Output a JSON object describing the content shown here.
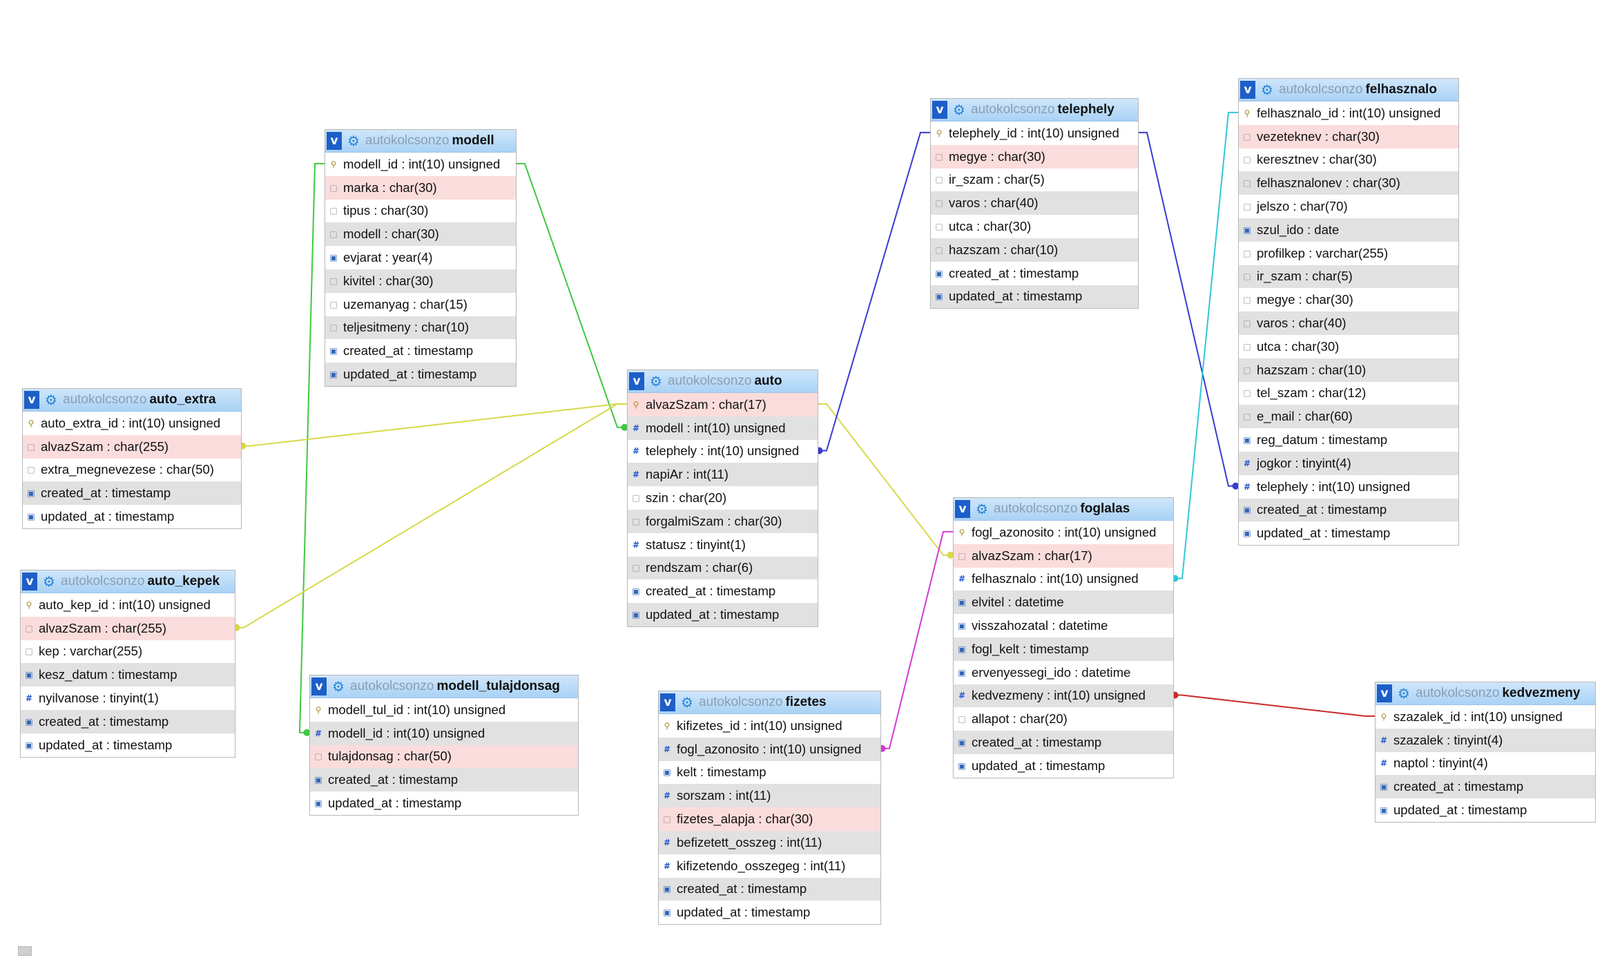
{
  "database": "autokolcsonzo",
  "tables": [
    {
      "id": "modell",
      "name": "modell",
      "columns": [
        {
          "text": "modell_id : int(10) unsigned",
          "icon": "key"
        },
        {
          "text": "marka : char(30)",
          "icon": "str",
          "hl": true
        },
        {
          "text": "tipus : char(30)",
          "icon": "str"
        },
        {
          "text": "modell : char(30)",
          "icon": "str"
        },
        {
          "text": "evjarat : year(4)",
          "icon": "date"
        },
        {
          "text": "kivitel : char(30)",
          "icon": "str"
        },
        {
          "text": "uzemanyag : char(15)",
          "icon": "str"
        },
        {
          "text": "teljesitmeny : char(10)",
          "icon": "str"
        },
        {
          "text": "created_at : timestamp",
          "icon": "date"
        },
        {
          "text": "updated_at : timestamp",
          "icon": "date"
        }
      ]
    },
    {
      "id": "auto_extra",
      "name": "auto_extra",
      "columns": [
        {
          "text": "auto_extra_id : int(10) unsigned",
          "icon": "key"
        },
        {
          "text": "alvazSzam : char(255)",
          "icon": "str",
          "hl": true
        },
        {
          "text": "extra_megnevezese : char(50)",
          "icon": "str"
        },
        {
          "text": "created_at : timestamp",
          "icon": "date"
        },
        {
          "text": "updated_at : timestamp",
          "icon": "date"
        }
      ]
    },
    {
      "id": "auto_kepek",
      "name": "auto_kepek",
      "columns": [
        {
          "text": "auto_kep_id : int(10) unsigned",
          "icon": "key"
        },
        {
          "text": "alvazSzam : char(255)",
          "icon": "str",
          "hl": true
        },
        {
          "text": "kep : varchar(255)",
          "icon": "str"
        },
        {
          "text": "kesz_datum : timestamp",
          "icon": "date"
        },
        {
          "text": "nyilvanose : tinyint(1)",
          "icon": "int"
        },
        {
          "text": "created_at : timestamp",
          "icon": "date"
        },
        {
          "text": "updated_at : timestamp",
          "icon": "date"
        }
      ]
    },
    {
      "id": "modell_tulajdonsag",
      "name": "modell_tulajdonsag",
      "columns": [
        {
          "text": "modell_tul_id : int(10) unsigned",
          "icon": "key"
        },
        {
          "text": "modell_id : int(10) unsigned",
          "icon": "int"
        },
        {
          "text": "tulajdonsag : char(50)",
          "icon": "str",
          "hl": true
        },
        {
          "text": "created_at : timestamp",
          "icon": "date"
        },
        {
          "text": "updated_at : timestamp",
          "icon": "date"
        }
      ]
    },
    {
      "id": "auto",
      "name": "auto",
      "columns": [
        {
          "text": "alvazSzam : char(17)",
          "icon": "key",
          "hl": true
        },
        {
          "text": "modell : int(10) unsigned",
          "icon": "int"
        },
        {
          "text": "telephely : int(10) unsigned",
          "icon": "int"
        },
        {
          "text": "napiAr : int(11)",
          "icon": "int"
        },
        {
          "text": "szin : char(20)",
          "icon": "str"
        },
        {
          "text": "forgalmiSzam : char(30)",
          "icon": "str"
        },
        {
          "text": "statusz : tinyint(1)",
          "icon": "int"
        },
        {
          "text": "rendszam : char(6)",
          "icon": "str"
        },
        {
          "text": "created_at : timestamp",
          "icon": "date"
        },
        {
          "text": "updated_at : timestamp",
          "icon": "date"
        }
      ]
    },
    {
      "id": "fizetes",
      "name": "fizetes",
      "columns": [
        {
          "text": "kifizetes_id : int(10) unsigned",
          "icon": "key"
        },
        {
          "text": "fogl_azonosito : int(10) unsigned",
          "icon": "int"
        },
        {
          "text": "kelt : timestamp",
          "icon": "date"
        },
        {
          "text": "sorszam : int(11)",
          "icon": "int"
        },
        {
          "text": "fizetes_alapja : char(30)",
          "icon": "str",
          "hl": true
        },
        {
          "text": "befizetett_osszeg : int(11)",
          "icon": "int"
        },
        {
          "text": "kifizetendo_osszegeg : int(11)",
          "icon": "int"
        },
        {
          "text": "created_at : timestamp",
          "icon": "date"
        },
        {
          "text": "updated_at : timestamp",
          "icon": "date"
        }
      ]
    },
    {
      "id": "telephely",
      "name": "telephely",
      "columns": [
        {
          "text": "telephely_id : int(10) unsigned",
          "icon": "key"
        },
        {
          "text": "megye : char(30)",
          "icon": "str",
          "hl": true
        },
        {
          "text": "ir_szam : char(5)",
          "icon": "str"
        },
        {
          "text": "varos : char(40)",
          "icon": "str"
        },
        {
          "text": "utca : char(30)",
          "icon": "str"
        },
        {
          "text": "hazszam : char(10)",
          "icon": "str"
        },
        {
          "text": "created_at : timestamp",
          "icon": "date"
        },
        {
          "text": "updated_at : timestamp",
          "icon": "date"
        }
      ]
    },
    {
      "id": "foglalas",
      "name": "foglalas",
      "columns": [
        {
          "text": "fogl_azonosito : int(10) unsigned",
          "icon": "key"
        },
        {
          "text": "alvazSzam : char(17)",
          "icon": "str",
          "hl": true
        },
        {
          "text": "felhasznalo : int(10) unsigned",
          "icon": "int"
        },
        {
          "text": "elvitel : datetime",
          "icon": "date"
        },
        {
          "text": "visszahozatal : datetime",
          "icon": "date"
        },
        {
          "text": "fogl_kelt : timestamp",
          "icon": "date"
        },
        {
          "text": "ervenyessegi_ido : datetime",
          "icon": "date"
        },
        {
          "text": "kedvezmeny : int(10) unsigned",
          "icon": "int"
        },
        {
          "text": "allapot : char(20)",
          "icon": "str"
        },
        {
          "text": "created_at : timestamp",
          "icon": "date"
        },
        {
          "text": "updated_at : timestamp",
          "icon": "date"
        }
      ]
    },
    {
      "id": "felhasznalo",
      "name": "felhasznalo",
      "columns": [
        {
          "text": "felhasznalo_id : int(10) unsigned",
          "icon": "key"
        },
        {
          "text": "vezeteknev : char(30)",
          "icon": "str",
          "hl": true
        },
        {
          "text": "keresztnev : char(30)",
          "icon": "str"
        },
        {
          "text": "felhasznalonev : char(30)",
          "icon": "str"
        },
        {
          "text": "jelszo : char(70)",
          "icon": "str"
        },
        {
          "text": "szul_ido : date",
          "icon": "date"
        },
        {
          "text": "profilkep : varchar(255)",
          "icon": "str"
        },
        {
          "text": "ir_szam : char(5)",
          "icon": "str"
        },
        {
          "text": "megye : char(30)",
          "icon": "str"
        },
        {
          "text": "varos : char(40)",
          "icon": "str"
        },
        {
          "text": "utca : char(30)",
          "icon": "str"
        },
        {
          "text": "hazszam : char(10)",
          "icon": "str"
        },
        {
          "text": "tel_szam : char(12)",
          "icon": "str"
        },
        {
          "text": "e_mail : char(60)",
          "icon": "str"
        },
        {
          "text": "reg_datum : timestamp",
          "icon": "date"
        },
        {
          "text": "jogkor : tinyint(4)",
          "icon": "int"
        },
        {
          "text": "telephely : int(10) unsigned",
          "icon": "int"
        },
        {
          "text": "created_at : timestamp",
          "icon": "date"
        },
        {
          "text": "updated_at : timestamp",
          "icon": "date"
        }
      ]
    },
    {
      "id": "kedvezmeny",
      "name": "kedvezmeny",
      "columns": [
        {
          "text": "szazalek_id : int(10) unsigned",
          "icon": "key"
        },
        {
          "text": "szazalek : tinyint(4)",
          "icon": "int"
        },
        {
          "text": "naptol : tinyint(4)",
          "icon": "int"
        },
        {
          "text": "created_at : timestamp",
          "icon": "date"
        },
        {
          "text": "updated_at : timestamp",
          "icon": "date"
        }
      ]
    }
  ],
  "relations": [
    {
      "from": "modell_tulajdonsag.modell_id",
      "to": "modell.modell_id",
      "color": "#3fc83f"
    },
    {
      "from": "auto.modell",
      "to": "modell.modell_id",
      "color": "#3fc83f"
    },
    {
      "from": "auto_extra.alvazSzam",
      "to": "auto.alvazSzam",
      "color": "#d8d84a"
    },
    {
      "from": "auto_kepek.alvazSzam",
      "to": "auto.alvazSzam",
      "color": "#d8d84a"
    },
    {
      "from": "foglalas.alvazSzam",
      "to": "auto.alvazSzam",
      "color": "#d8d84a"
    },
    {
      "from": "auto.telephely",
      "to": "telephely.telephely_id",
      "color": "#3a3ad0"
    },
    {
      "from": "felhasznalo.telephely",
      "to": "telephely.telephely_id",
      "color": "#3a3ad0"
    },
    {
      "from": "fizetes.fogl_azonosito",
      "to": "foglalas.fogl_azonosito",
      "color": "#d23ad2"
    },
    {
      "from": "foglalas.felhasznalo",
      "to": "felhasznalo.felhasznalo_id",
      "color": "#30c8d8"
    },
    {
      "from": "foglalas.kedvezmeny",
      "to": "kedvezmeny.szazalek_id",
      "color": "#c82a2a"
    }
  ],
  "icons": {
    "toggle": "v",
    "key": "key-icon",
    "int": "hash-icon",
    "str": "text-icon",
    "date": "date-icon"
  }
}
